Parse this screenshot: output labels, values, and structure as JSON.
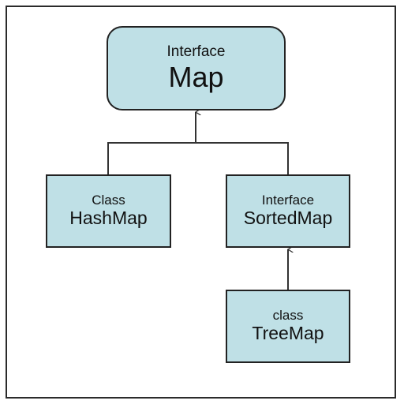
{
  "diagram": {
    "nodes": [
      {
        "id": "map",
        "kind": "Interface",
        "name": "Map"
      },
      {
        "id": "hashmap",
        "kind": "Class",
        "name": "HashMap"
      },
      {
        "id": "sortedmap",
        "kind": "Interface",
        "name": "SortedMap"
      },
      {
        "id": "treemap",
        "kind": "class",
        "name": "TreeMap"
      }
    ],
    "edges": [
      {
        "from": "hashmap",
        "to": "map"
      },
      {
        "from": "sortedmap",
        "to": "map"
      },
      {
        "from": "treemap",
        "to": "sortedmap"
      }
    ],
    "colors": {
      "node_fill": "#bfe0e6",
      "node_border": "#222222",
      "connector": "#333333",
      "frame_border": "#2b2b2b"
    }
  }
}
